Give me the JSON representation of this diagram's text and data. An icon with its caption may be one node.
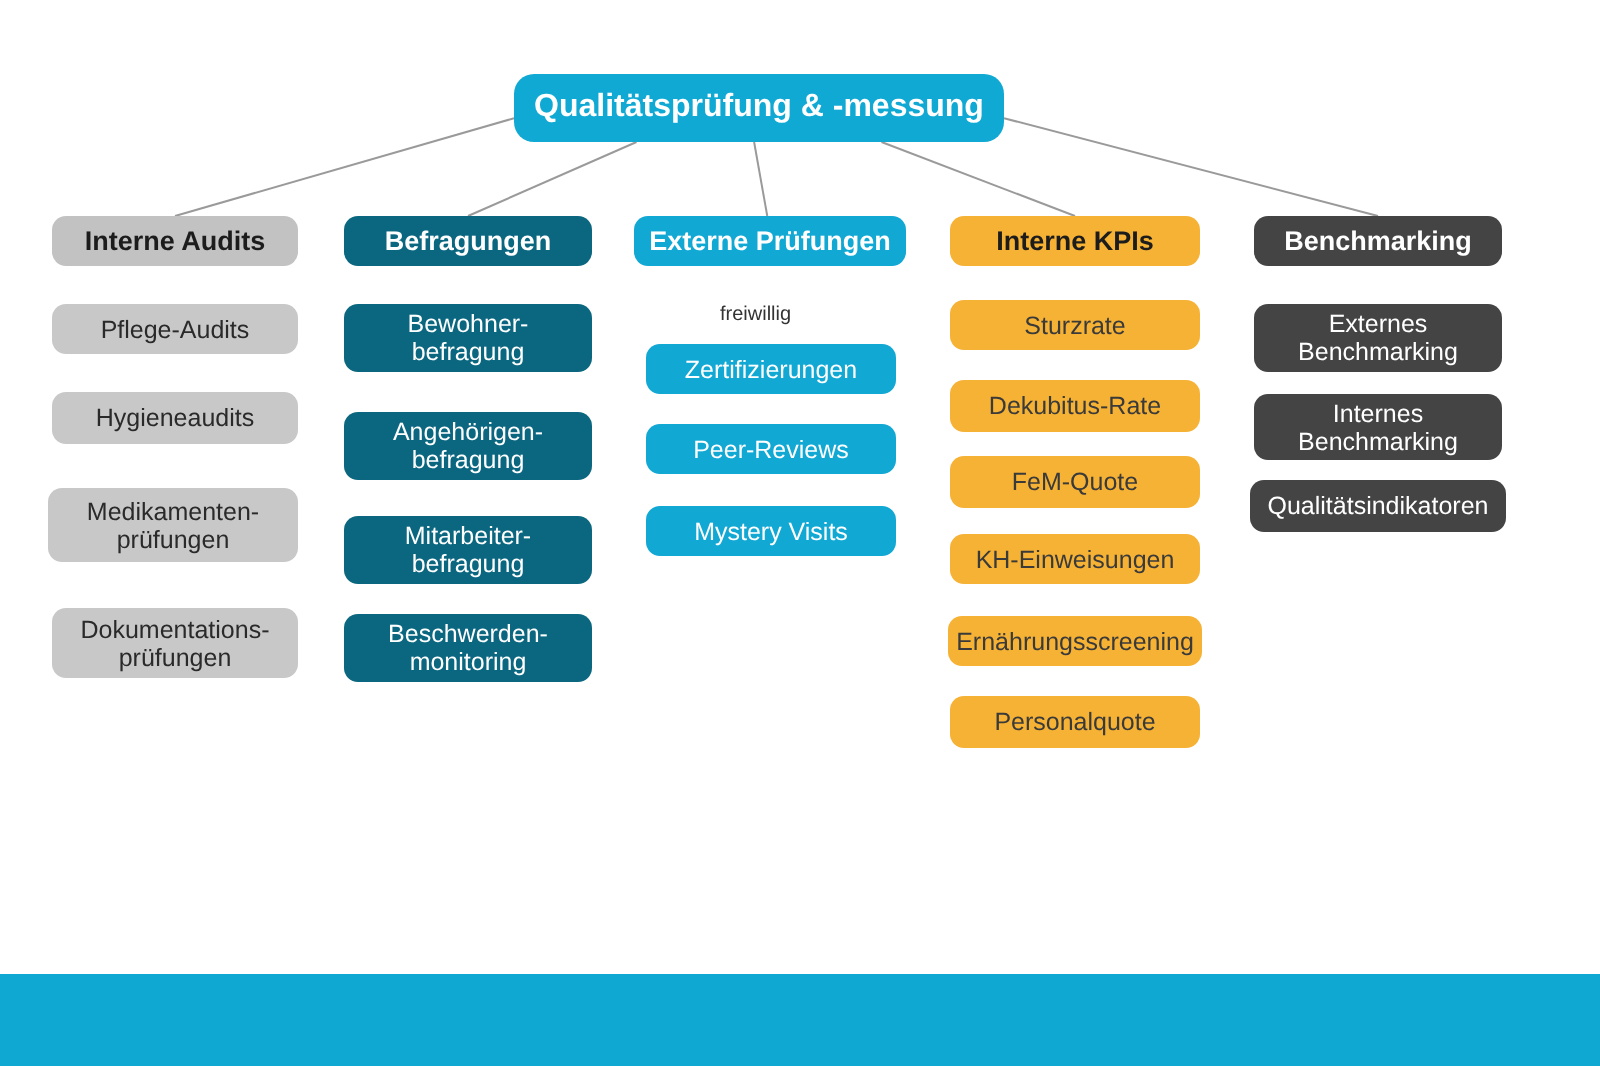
{
  "diagram": {
    "nodes": [
      {
        "text": [
          "Qualitätsprüfung & -messung"
        ]
      },
      {
        "text": [
          "Interne Audits"
        ]
      },
      {
        "text": [
          "Befragungen"
        ]
      },
      {
        "text": [
          "Externe Prüfungen"
        ]
      },
      {
        "text": [
          "Interne KPIs"
        ]
      },
      {
        "text": [
          "Benchmarking"
        ]
      },
      {
        "text": [
          "Pflege-Audits"
        ]
      },
      {
        "text": [
          "Hygieneaudits"
        ]
      },
      {
        "text": [
          "Medikamenten- prüfungen"
        ]
      },
      {
        "text": [
          "Dokumentations- prüfungen"
        ]
      },
      {
        "text": [
          "Bewohner- befragung"
        ]
      },
      {
        "text": [
          "Angehörigen- befragung"
        ]
      },
      {
        "text": [
          "Mitarbeiter- befragung"
        ]
      },
      {
        "text": [
          "Beschwerden- monitoring"
        ]
      },
      {
        "text": [
          "Zertifizierungen"
        ]
      },
      {
        "text": [
          "Peer-Reviews"
        ]
      },
      {
        "text": [
          "Mystery Visits"
        ]
      },
      {
        "text": [
          "Sturzrate"
        ]
      },
      {
        "text": [
          "Dekubitus-Rate"
        ]
      },
      {
        "text": [
          "FeM-Quote"
        ]
      },
      {
        "text": [
          "KH-Einweisungen"
        ]
      },
      {
        "text": [
          "Ernährungsscreening"
        ]
      },
      {
        "text": [
          "Personalquote"
        ]
      },
      {
        "text": [
          "Externes Benchmarking"
        ]
      },
      {
        "text": [
          "Internes Benchmarking"
        ]
      },
      {
        "text": [
          "Qualitätsindikatoren"
        ]
      }
    ],
    "edges": [
      {
        "from": 0,
        "to": 1,
        "arrow": "none"
      },
      {
        "from": 0,
        "to": 2,
        "arrow": "none"
      },
      {
        "from": 0,
        "to": 3,
        "arrow": "none"
      },
      {
        "from": 0,
        "to": 4,
        "arrow": "none"
      },
      {
        "from": 0,
        "to": 5,
        "arrow": "none"
      }
    ],
    "labels": [
      "freiwillig"
    ]
  }
}
